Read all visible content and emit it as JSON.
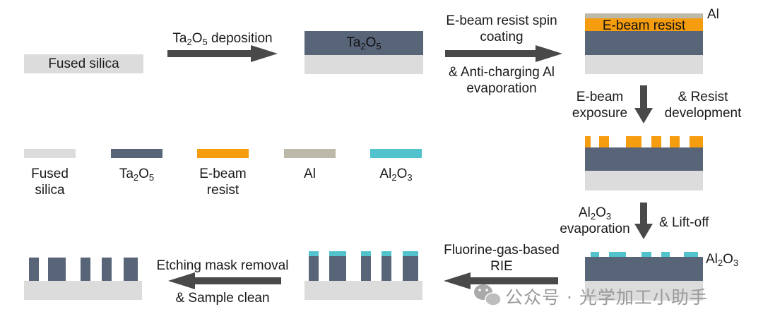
{
  "colors": {
    "fused_silica": "#dcdcdc",
    "ta2o5": "#586478",
    "ebeam_resist": "#f59c0f",
    "al": "#bcb9a9",
    "al2o3": "#52c3cc",
    "arrow": "#494949"
  },
  "steps": {
    "deposition": {
      "pre": "Ta",
      "s1": "2",
      "mid": "O",
      "s2": "5",
      "post": " deposition"
    },
    "spin_coating": {
      "line1": "E-beam resist spin",
      "line2": "coating",
      "line3": "& Anti-charging Al",
      "line4": "evaporation"
    },
    "exposure": {
      "left1": "E-beam",
      "left2": "exposure",
      "right1": "& Resist",
      "right2": "development"
    },
    "evaporation": {
      "line1_pre": "Al",
      "line1_s1": "2",
      "line1_mid": "O",
      "line1_s2": "3",
      "line2": "evaporation",
      "right": "& Lift-off"
    },
    "rie": {
      "line1": "Fluorine-gas-based",
      "line2": "RIE"
    },
    "mask_removal": {
      "line1": "Etching mask removal",
      "line2": "& Sample clean"
    }
  },
  "labels": {
    "fused_silica": "Fused silica",
    "ta2o5_inside": {
      "pre": "Ta",
      "s1": "2",
      "mid": "O",
      "s2": "5"
    },
    "ebeam_resist_inside": "E-beam resist",
    "al_top": "Al",
    "al2o3_side": {
      "pre": "Al",
      "s1": "2",
      "mid": "O",
      "s2": "3"
    }
  },
  "legend": [
    {
      "key": "fused_silica",
      "line1": "Fused",
      "line2": "silica"
    },
    {
      "key": "ta2o5",
      "pre": "Ta",
      "s1": "2",
      "mid": "O",
      "s2": "5"
    },
    {
      "key": "ebeam_resist",
      "line1": "E-beam",
      "line2": "resist"
    },
    {
      "key": "al",
      "line1": "Al"
    },
    {
      "key": "al2o3",
      "pre": "Al",
      "s1": "2",
      "mid": "O",
      "s2": "3"
    }
  ],
  "watermark": {
    "text": "公众号 · 光学加工小助手",
    "icon": "wechat-icon"
  }
}
